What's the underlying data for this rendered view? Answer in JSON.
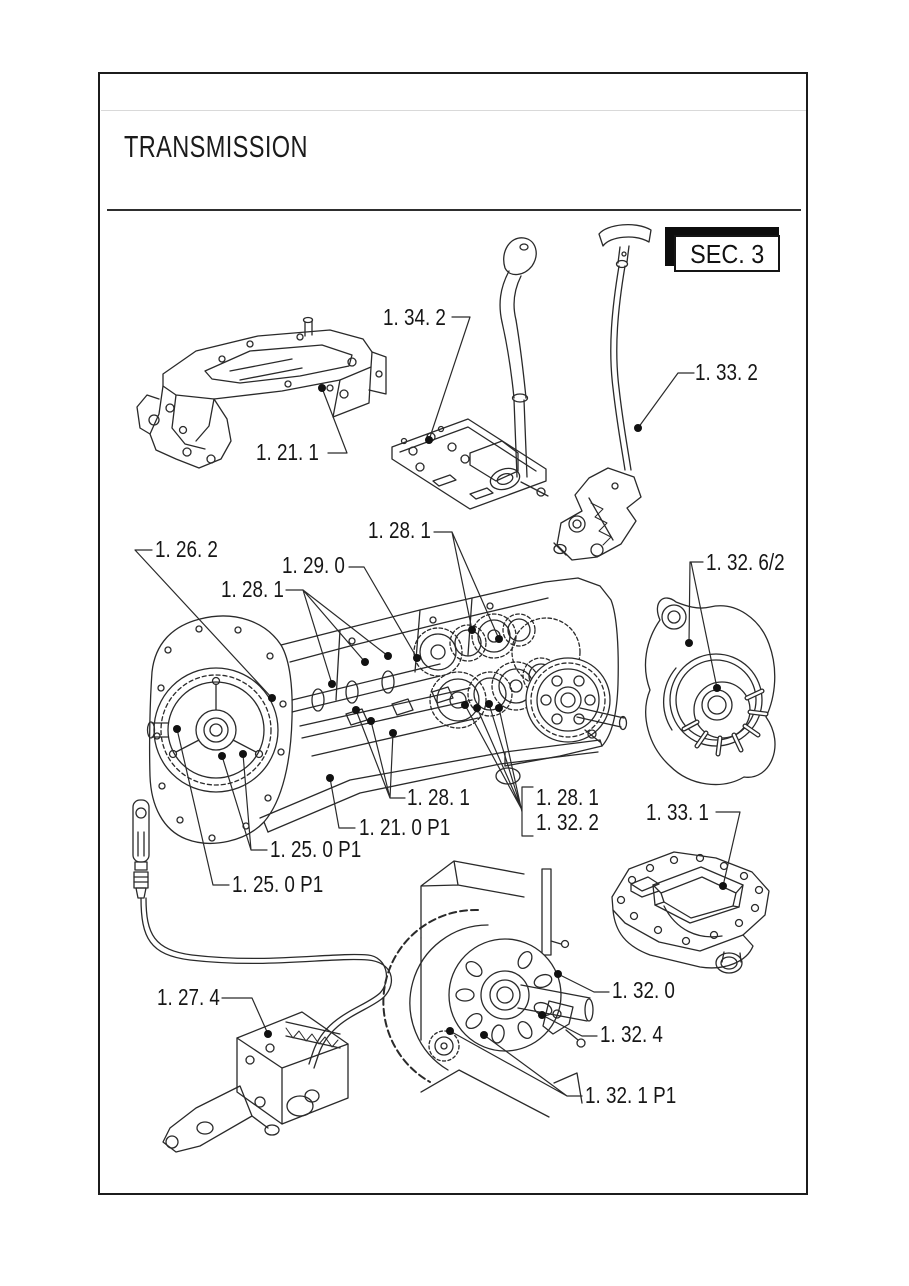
{
  "header": {
    "title": "TRANSMISSION",
    "section_badge": "SEC. 3"
  },
  "colors": {
    "background": "#ffffff",
    "ink": "#1e1e1e",
    "line": "#2a2a2a",
    "dot": "#111111"
  },
  "callouts": [
    {
      "id": "1-34-2",
      "label": "1. 34. 2"
    },
    {
      "id": "1-21-1",
      "label": "1. 21. 1"
    },
    {
      "id": "1-33-2",
      "label": "1. 33. 2"
    },
    {
      "id": "1-32-6-2",
      "label": "1. 32. 6/2"
    },
    {
      "id": "1-26-2",
      "label": "1. 26. 2"
    },
    {
      "id": "1-28-1-top",
      "label": "1. 28. 1"
    },
    {
      "id": "1-29-0",
      "label": "1. 29. 0"
    },
    {
      "id": "1-28-1-left",
      "label": "1. 28. 1"
    },
    {
      "id": "1-28-1-mid",
      "label": "1. 28. 1"
    },
    {
      "id": "1-21-0-p1",
      "label": "1. 21. 0 P1"
    },
    {
      "id": "1-25-0-p1-a",
      "label": "1. 25. 0 P1"
    },
    {
      "id": "1-25-0-p1-b",
      "label": "1. 25. 0 P1"
    },
    {
      "id": "1-28-1-br",
      "label": "1. 28. 1"
    },
    {
      "id": "1-32-2",
      "label": "1. 32. 2"
    },
    {
      "id": "1-33-1",
      "label": "1. 33. 1"
    },
    {
      "id": "1-27-4",
      "label": "1. 27. 4"
    },
    {
      "id": "1-32-0",
      "label": "1. 32. 0"
    },
    {
      "id": "1-32-4",
      "label": "1. 32. 4"
    },
    {
      "id": "1-32-1-p1",
      "label": "1. 32. 1 P1"
    }
  ]
}
